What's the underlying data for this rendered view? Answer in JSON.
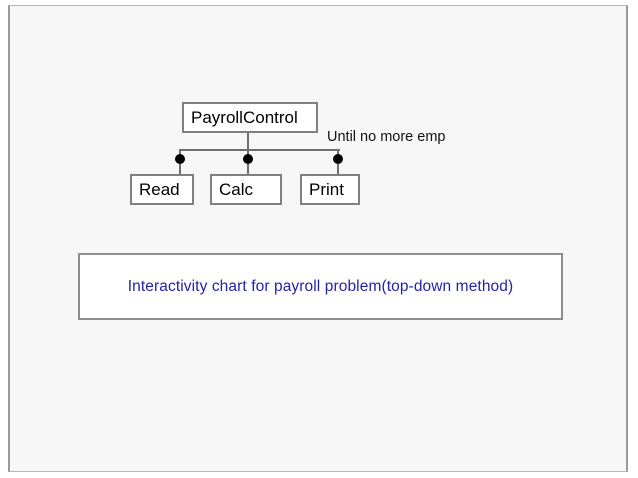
{
  "slide": {
    "background_color": "#f7f7f8",
    "border_color": "#9a9a9c"
  },
  "diagram": {
    "type": "interactivity-chart",
    "root": {
      "id": "payrollcontrol",
      "label": "PayrollControl"
    },
    "children": [
      {
        "id": "read",
        "label": "Read"
      },
      {
        "id": "calc",
        "label": "Calc"
      },
      {
        "id": "print",
        "label": "Print"
      }
    ],
    "annotation": {
      "text": "Until no more emp",
      "color": "#131313"
    },
    "connector": {
      "line_color": "#6f6f72",
      "junction_dot_color": "#000000",
      "junction_dot_count": 3
    },
    "node_style": {
      "fill": "#ffffff",
      "border_color": "#808083",
      "text_color": "#000000"
    }
  },
  "caption": {
    "text": "Interactivity chart for payroll problem(top-down method)",
    "text_color": "#2323a8",
    "border_color": "#8e8e90",
    "fill": "#ffffff"
  }
}
